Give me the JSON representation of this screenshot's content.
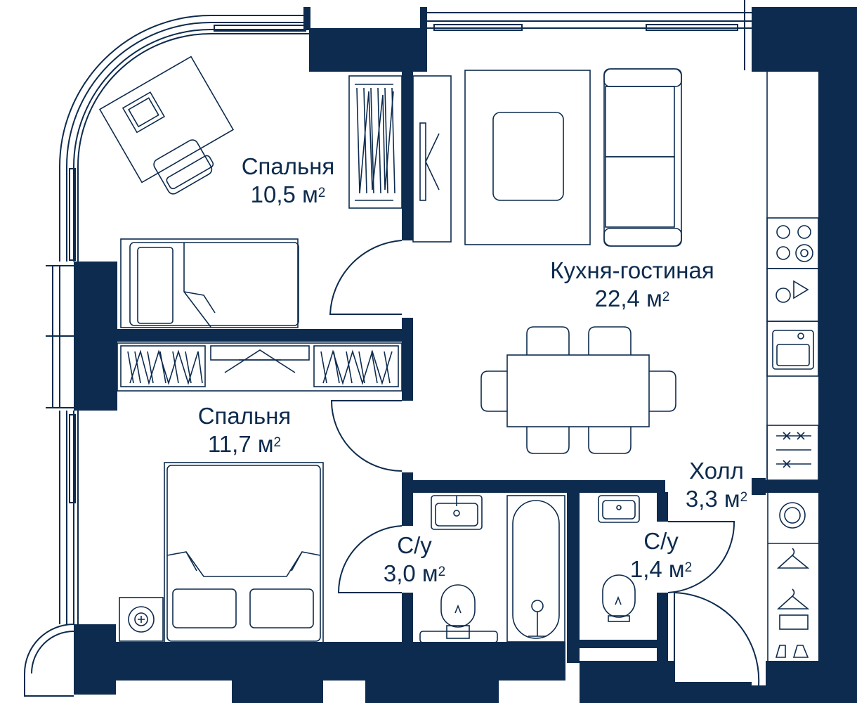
{
  "colors": {
    "wall": "#0d2b4e",
    "line": "#0d2b4e",
    "background": "#ffffff"
  },
  "area_unit": "м",
  "area_exponent": "2",
  "rooms": [
    {
      "id": "bedroom-1",
      "name": "Спальня",
      "area": "10,5"
    },
    {
      "id": "kitchen-living",
      "name": "Кухня-гостиная",
      "area": "22,4"
    },
    {
      "id": "bedroom-2",
      "name": "Спальня",
      "area": "11,7"
    },
    {
      "id": "hall",
      "name": "Холл",
      "area": "3,3"
    },
    {
      "id": "bathroom-1",
      "name": "С/у",
      "area": "3,0"
    },
    {
      "id": "bathroom-2",
      "name": "С/у",
      "area": "1,4"
    }
  ],
  "icons": [
    "laptop-icon",
    "desk-icon",
    "office-chair-icon",
    "wardrobe-icon",
    "tv-icon",
    "armchair-icon",
    "sofa-icon",
    "coffee-table-icon",
    "bed-icon",
    "dining-table-icon",
    "chair-icon",
    "cooktop-icon",
    "sink-icon",
    "washing-machine-icon",
    "toilet-icon",
    "bathtub-icon",
    "hanger-icon",
    "shoes-icon",
    "boiler-icon"
  ]
}
